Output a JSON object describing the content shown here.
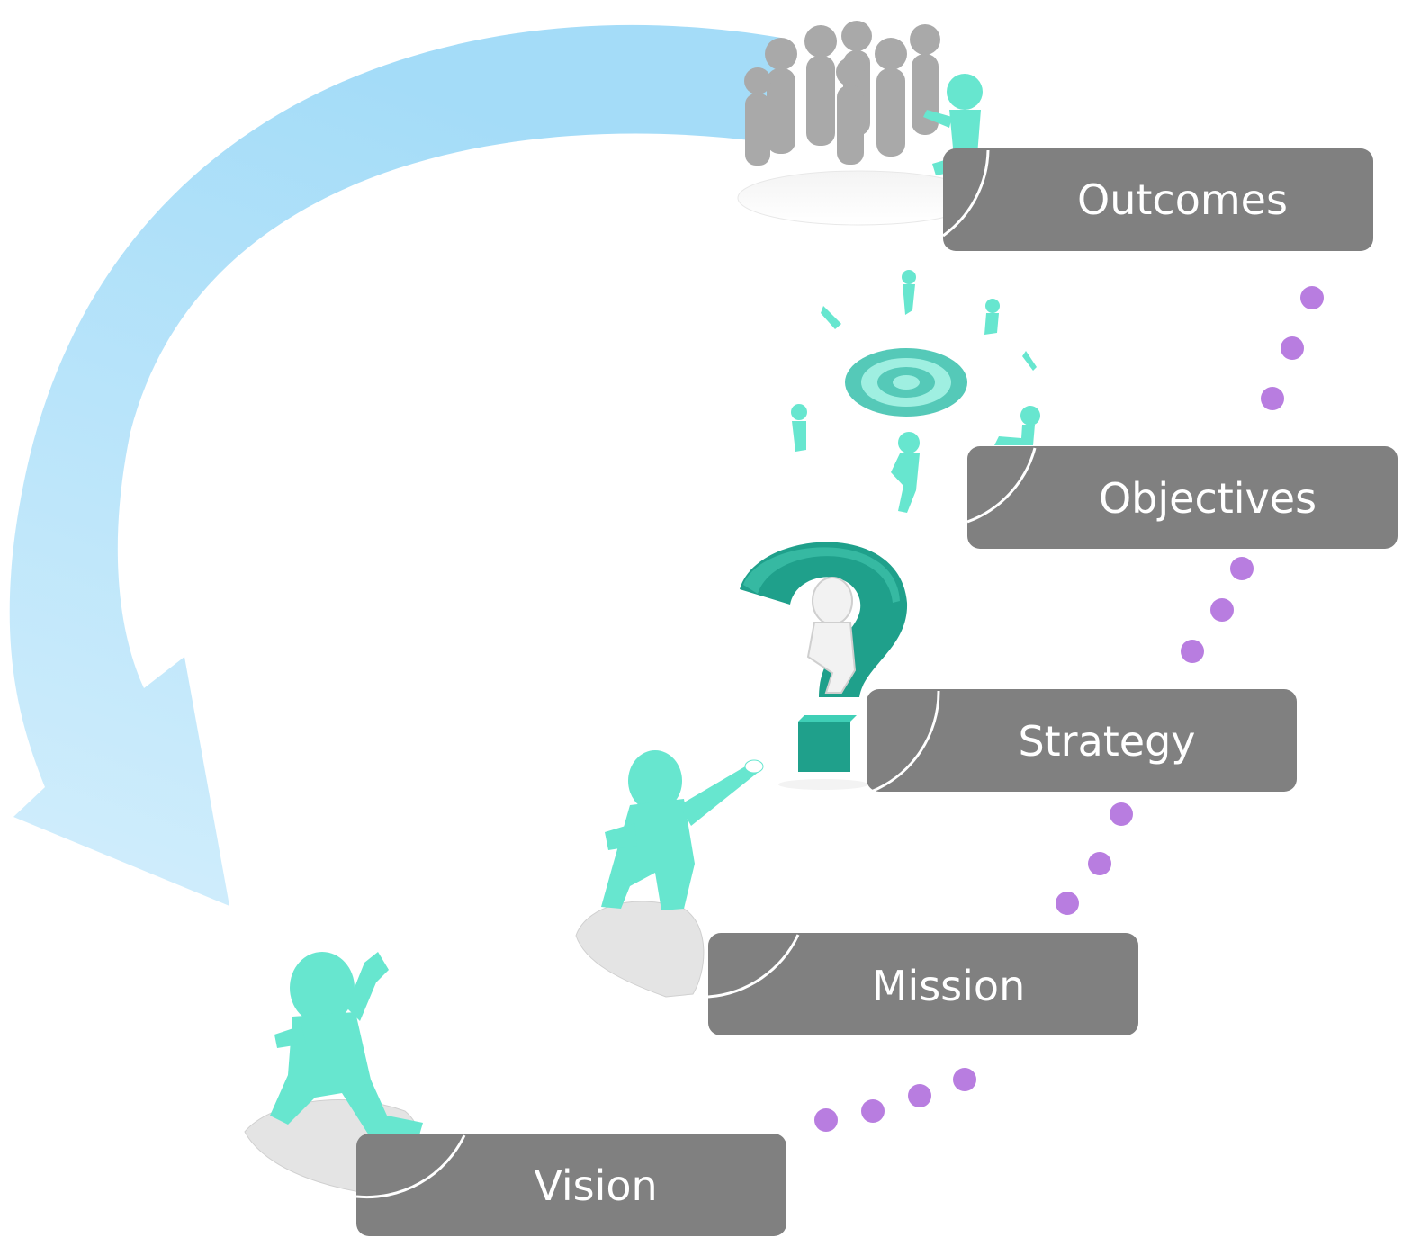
{
  "diagram": {
    "steps": [
      {
        "id": "vision",
        "label": "Vision"
      },
      {
        "id": "mission",
        "label": "Mission"
      },
      {
        "id": "strategy",
        "label": "Strategy"
      },
      {
        "id": "objectives",
        "label": "Objectives"
      },
      {
        "id": "outcomes",
        "label": "Outcomes"
      }
    ],
    "colors": {
      "label_box": "#808080",
      "label_text": "#ffffff",
      "dots": "#b87de0",
      "figure": "#67e6cf",
      "figure_dark": "#1fa08b",
      "arrow_light": "#d2eefc",
      "arrow_dark": "#a4dcf8",
      "crowd": "#a9a9a9",
      "rock": "#e4e4e4"
    },
    "icons": {
      "vision": "climber-on-rock-icon",
      "mission": "pointing-figure-icon",
      "strategy": "thinker-question-mark-icon",
      "objectives": "target-runners-icon",
      "outcomes": "crowd-podium-icon",
      "cycle": "curved-return-arrow-icon"
    }
  }
}
